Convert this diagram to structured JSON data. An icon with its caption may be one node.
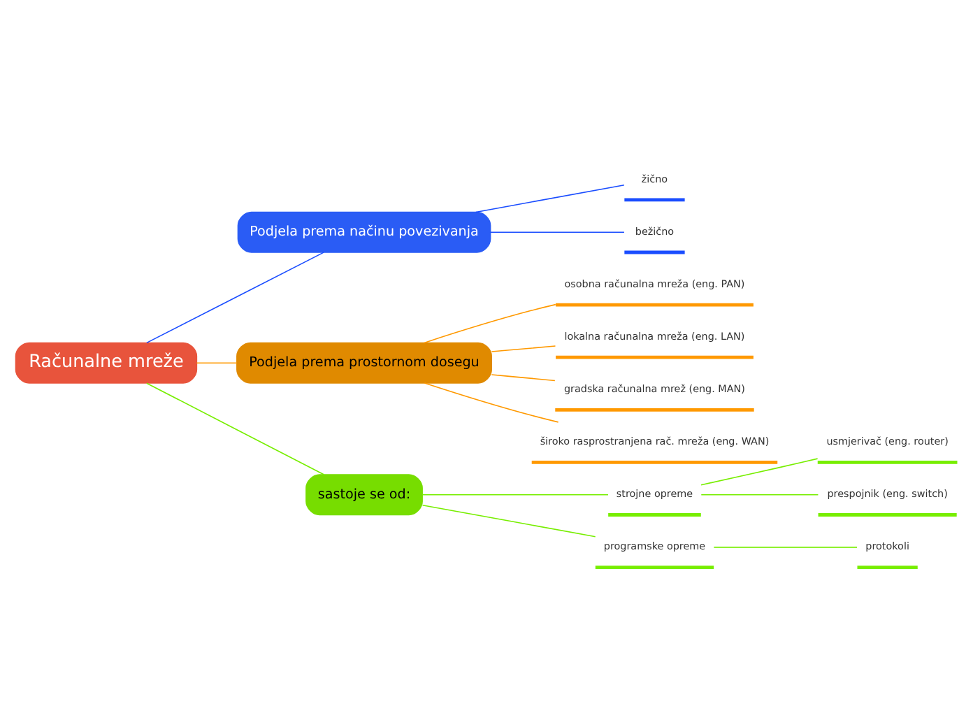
{
  "diagram": {
    "nodes": [
      {
        "text": [
          "Računalne mreže"
        ]
      },
      {
        "text": [
          "Podjela prema načinu povezivanja"
        ]
      },
      {
        "text": [
          "žično"
        ]
      },
      {
        "text": [
          "bežično"
        ]
      },
      {
        "text": [
          "Podjela prema prostornom dosegu"
        ]
      },
      {
        "text": [
          "osobna računalna mreža (eng. PAN)"
        ]
      },
      {
        "text": [
          "lokalna računalna mreža (eng. LAN)"
        ]
      },
      {
        "text": [
          "gradska računalna mrež (eng. MAN)"
        ]
      },
      {
        "text": [
          "široko rasprostranjena rač. mreža (eng. WAN)"
        ]
      },
      {
        "text": [
          "sastoje se od:"
        ]
      },
      {
        "text": [
          "strojne opreme"
        ]
      },
      {
        "text": [
          "usmjerivač (eng. router)"
        ]
      },
      {
        "text": [
          "prespojnik (eng. switch)"
        ]
      },
      {
        "text": [
          "programske opreme"
        ]
      },
      {
        "text": [
          "protokoli"
        ]
      }
    ],
    "edges": [
      {
        "from": 0,
        "to": 1,
        "arrow": "none",
        "color": "#1a4dff"
      },
      {
        "from": 1,
        "to": 2,
        "arrow": "none",
        "color": "#1a4dff"
      },
      {
        "from": 1,
        "to": 3,
        "arrow": "none",
        "color": "#1a4dff"
      },
      {
        "from": 0,
        "to": 4,
        "arrow": "none",
        "color": "#ff9900"
      },
      {
        "from": 4,
        "to": 5,
        "arrow": "none",
        "color": "#ff9900"
      },
      {
        "from": 4,
        "to": 6,
        "arrow": "none",
        "color": "#ff9900"
      },
      {
        "from": 4,
        "to": 7,
        "arrow": "none",
        "color": "#ff9900"
      },
      {
        "from": 4,
        "to": 8,
        "arrow": "none",
        "color": "#ff9900"
      },
      {
        "from": 0,
        "to": 9,
        "arrow": "none",
        "color": "#77ee00"
      },
      {
        "from": 9,
        "to": 10,
        "arrow": "none",
        "color": "#77ee00"
      },
      {
        "from": 10,
        "to": 11,
        "arrow": "none",
        "color": "#77ee00"
      },
      {
        "from": 10,
        "to": 12,
        "arrow": "none",
        "color": "#77ee00"
      },
      {
        "from": 9,
        "to": 13,
        "arrow": "none",
        "color": "#77ee00"
      },
      {
        "from": 13,
        "to": 14,
        "arrow": "none",
        "color": "#77ee00"
      }
    ]
  }
}
